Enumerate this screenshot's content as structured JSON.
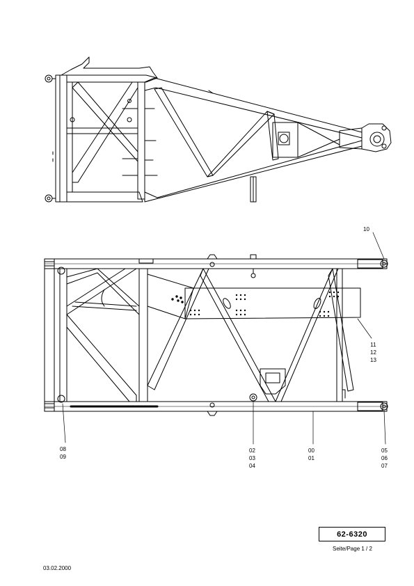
{
  "callouts": {
    "c10": [
      "10"
    ],
    "c11": [
      "11",
      "12",
      "13"
    ],
    "c08": [
      "08",
      "09"
    ],
    "c02": [
      "02",
      "03",
      "04"
    ],
    "c00": [
      "00",
      "01"
    ],
    "c05": [
      "05",
      "06",
      "07"
    ]
  },
  "title_block": {
    "part_number": "62-6320",
    "page": "Seite/Page 1 / 2",
    "date": "03.02.2000"
  }
}
